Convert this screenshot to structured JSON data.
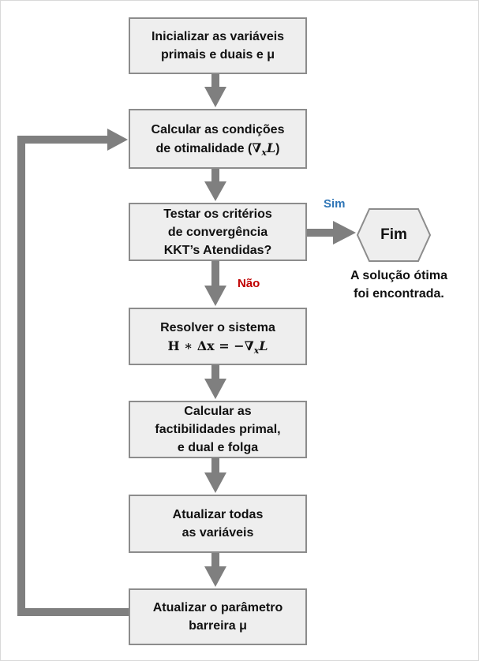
{
  "steps": {
    "init": {
      "line1": "Inicializar as variáveis",
      "line2": "primais e duais e μ"
    },
    "optimality": {
      "line1": "Calcular as condições",
      "line2_text": "de otimalidade (",
      "nabla": "∇",
      "sub": "x",
      "var": "L",
      "close": ")"
    },
    "test": {
      "line1": "Testar os critérios",
      "line2": "de convergência",
      "line3": "KKT’s Atendidas?"
    },
    "solve": {
      "line1": "Resolver o sistema",
      "eq_lhs": "H ∗ Δx = −",
      "nabla": "∇",
      "sub": "x",
      "var": "L"
    },
    "feasibility": {
      "line1": "Calcular as",
      "line2": "factibilidades primal,",
      "line3": "e dual e folga"
    },
    "update_vars": {
      "line1": "Atualizar todas",
      "line2": "as variáveis"
    },
    "update_barrier": {
      "line1": "Atualizar o parâmetro",
      "line2": "barreira μ"
    }
  },
  "end": {
    "label": "Fim",
    "note_line1": "A solução ótima",
    "note_line2": "foi encontrada."
  },
  "branches": {
    "yes": "Sim",
    "no": "Não"
  },
  "colors": {
    "yes": "#2e75b6",
    "no": "#c00000",
    "arrow": "#7f7f7f",
    "box_fill": "#eeeeee",
    "box_border": "#8c8c8c"
  }
}
